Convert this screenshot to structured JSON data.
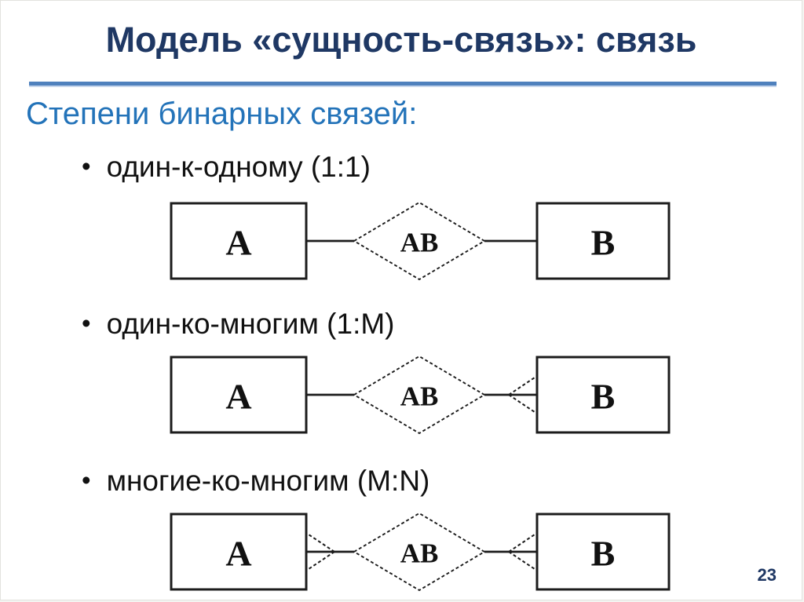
{
  "slide": {
    "title": "Модель «сущность-связь»: связь",
    "subtitle": "Степени бинарных связей:",
    "page_number": "23",
    "colors": {
      "title": "#1f3864",
      "subtitle": "#2373b9",
      "rule": "#4f81bd",
      "body_text": "#111111",
      "diagram_stroke": "#1c1c1c",
      "background": "#ffffff"
    }
  },
  "glyphs": {
    "bullet": "•"
  },
  "sections": [
    {
      "bullet": "один-к-одному (1:1)",
      "diagram": {
        "left_entity": "A",
        "relationship": "AB",
        "right_entity": "B",
        "many_left": false,
        "many_right": false
      }
    },
    {
      "bullet": "один-ко-многим (1:M)",
      "diagram": {
        "left_entity": "A",
        "relationship": "AB",
        "right_entity": "B",
        "many_left": false,
        "many_right": true
      }
    },
    {
      "bullet": "многие-ко-многим (M:N)",
      "diagram": {
        "left_entity": "A",
        "relationship": "AB",
        "right_entity": "B",
        "many_left": true,
        "many_right": true
      }
    }
  ]
}
